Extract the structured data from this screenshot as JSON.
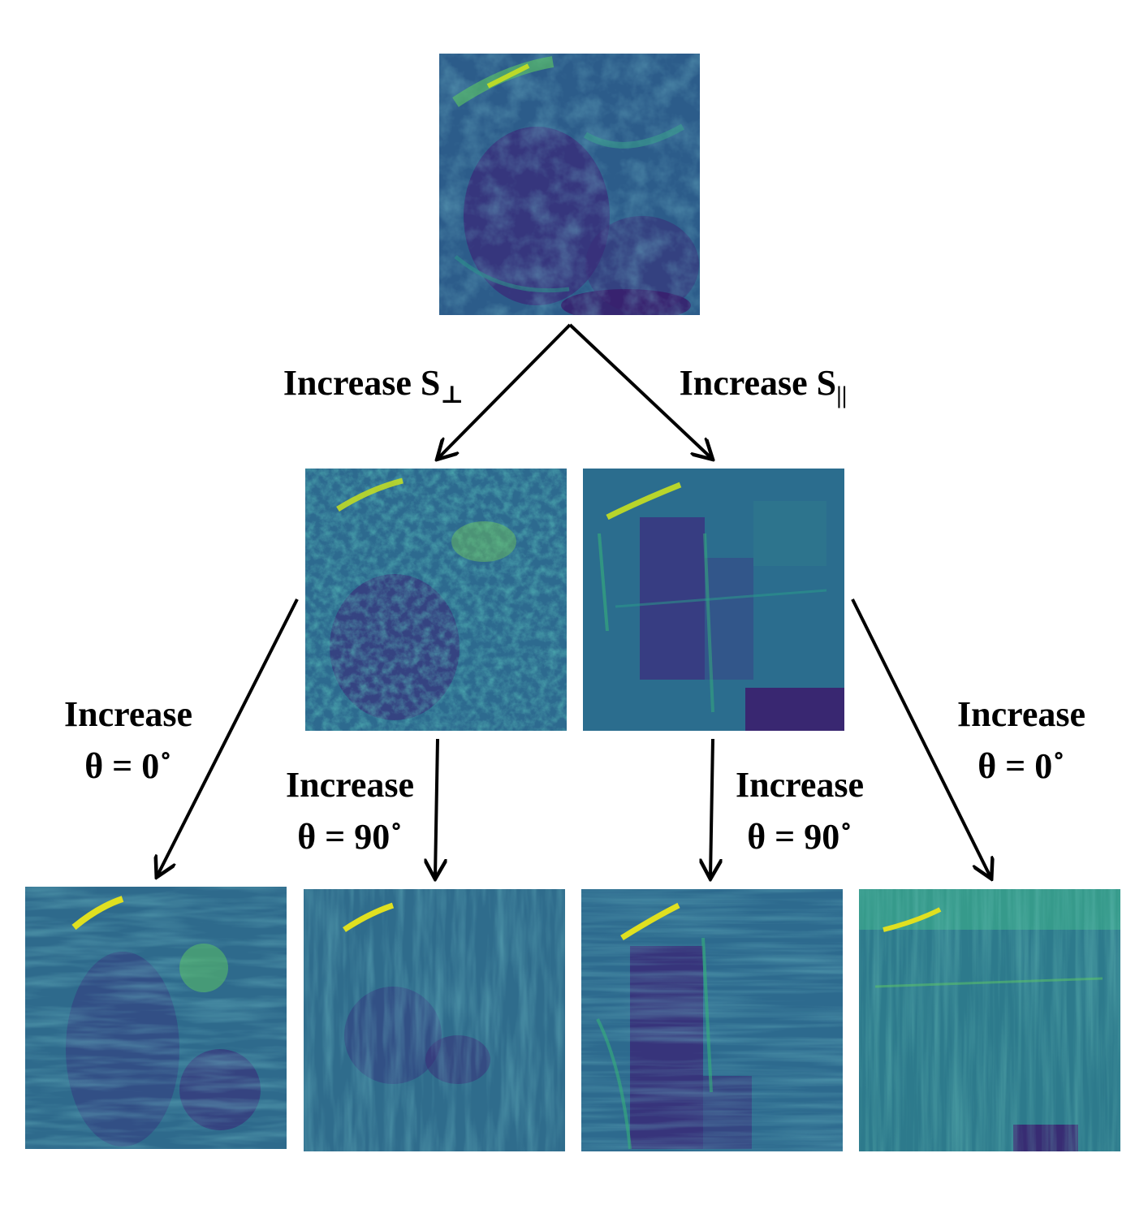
{
  "colors": {
    "map_dark": "#3b1f6e",
    "map_mid": "#2f6a8e",
    "map_teal": "#21918c",
    "map_green": "#5ec962",
    "map_yellow": "#fde725",
    "arrow": "#000000"
  },
  "labels": {
    "increase_s_perp": {
      "word": "Increase S",
      "sub": "⊥"
    },
    "increase_s_par": {
      "word": "Increase S",
      "sub": "||"
    },
    "left_theta0": {
      "line1": "Increase",
      "line2": "θ = 0",
      "sup": "∘"
    },
    "left_theta90": {
      "line1": "Increase",
      "line2": "θ = 90",
      "sup": "∘"
    },
    "right_theta90": {
      "line1": "Increase",
      "line2": "θ = 90",
      "sup": "∘"
    },
    "right_theta0": {
      "line1": "Increase",
      "line2": "θ = 0",
      "sup": "∘"
    }
  }
}
